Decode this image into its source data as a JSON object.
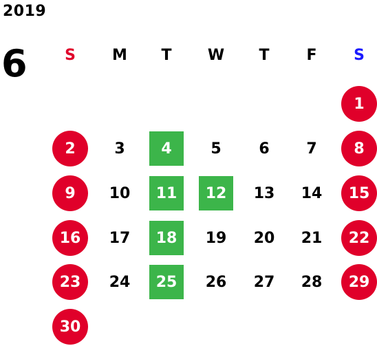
{
  "calendar": {
    "year": "2019",
    "month": "6",
    "weekdays": [
      {
        "label": "S",
        "color": "#e0002a"
      },
      {
        "label": "M",
        "color": "#000000"
      },
      {
        "label": "T",
        "color": "#000000"
      },
      {
        "label": "W",
        "color": "#000000"
      },
      {
        "label": "T",
        "color": "#000000"
      },
      {
        "label": "F",
        "color": "#000000"
      },
      {
        "label": "S",
        "color": "#1a1aff"
      }
    ],
    "first_weekday_index": 6,
    "days_in_month": 30,
    "red_circle_days": [
      1,
      2,
      8,
      9,
      15,
      16,
      22,
      23,
      29,
      30
    ],
    "green_highlight_days": [
      4,
      11,
      12,
      18,
      25
    ],
    "colors": {
      "red_circle": "#e0002a",
      "green_highlight": "#3cb54a",
      "sunday_label": "#e0002a",
      "saturday_label": "#1a1aff"
    }
  }
}
